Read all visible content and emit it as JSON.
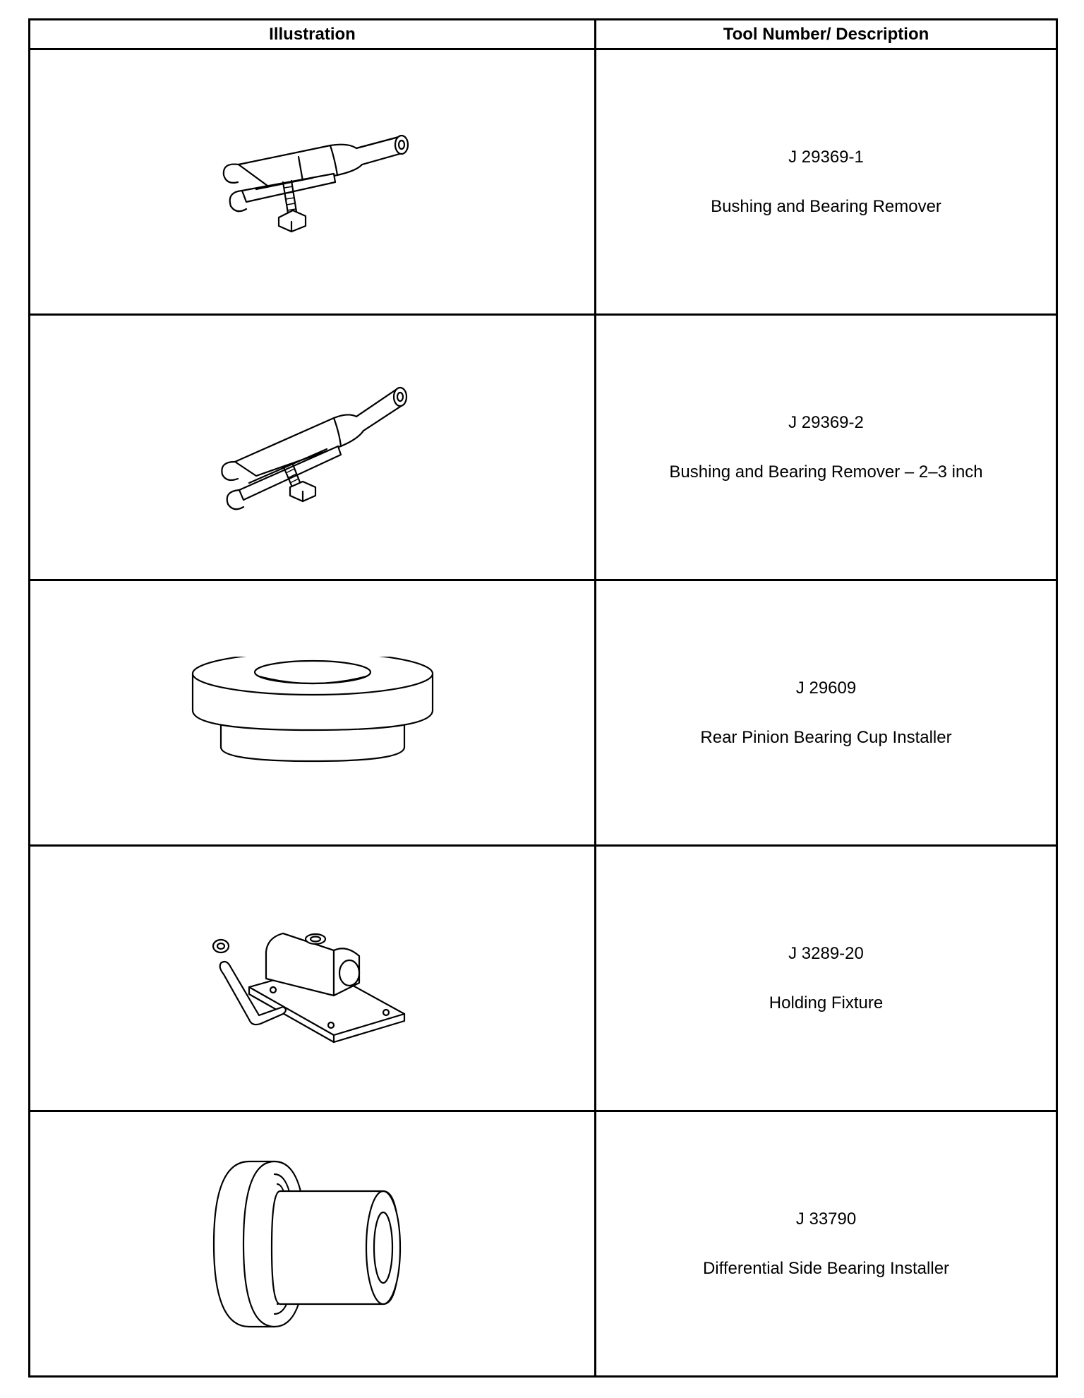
{
  "table": {
    "headers": {
      "illustration": "Illustration",
      "tool": "Tool Number/ Description"
    },
    "rows": [
      {
        "number": "J 29369-1",
        "description": "Bushing and Bearing Remover",
        "icon": "bushing-bearing-remover-icon"
      },
      {
        "number": "J 29369-2",
        "description": "Bushing and Bearing Remover – 2–3 inch",
        "icon": "bushing-bearing-remover-large-icon"
      },
      {
        "number": "J 29609",
        "description": "Rear Pinion Bearing Cup Installer",
        "icon": "bearing-cup-installer-icon"
      },
      {
        "number": "J 3289-20",
        "description": "Holding Fixture",
        "icon": "holding-fixture-icon"
      },
      {
        "number": "J 33790",
        "description": "Differential Side Bearing Installer",
        "icon": "side-bearing-installer-icon"
      }
    ]
  }
}
